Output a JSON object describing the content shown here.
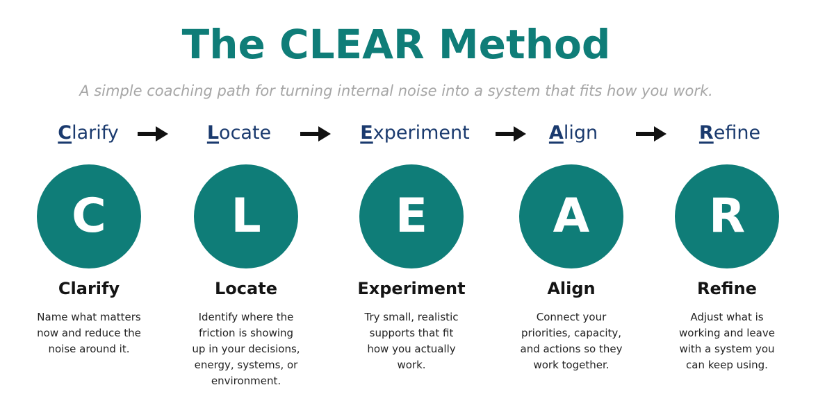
{
  "title": "The CLEAR Method",
  "subtitle": "A simple coaching path for turning internal noise into a system that fits how you work.",
  "colors": {
    "accent": "#0f7d78",
    "flow_text": "#1a3a6e",
    "subtitle": "#a6a6a6",
    "heading": "#141414",
    "body_text": "#222222",
    "arrow": "#111111"
  },
  "flow": [
    {
      "initial": "C",
      "rest": "larify"
    },
    {
      "initial": "L",
      "rest": "ocate"
    },
    {
      "initial": "E",
      "rest": "xperiment"
    },
    {
      "initial": "A",
      "rest": "lign"
    },
    {
      "initial": "R",
      "rest": "efine"
    }
  ],
  "arrow_icon": "right-arrow-icon",
  "steps": [
    {
      "letter": "C",
      "title": "Clarify",
      "description": [
        "Name what matters",
        "now and reduce the",
        "noise around it."
      ]
    },
    {
      "letter": "L",
      "title": "Locate",
      "description": [
        "Identify where the",
        "friction is showing",
        "up in your decisions,",
        "energy, systems, or",
        "environment."
      ]
    },
    {
      "letter": "E",
      "title": "Experiment",
      "description": [
        "Try small, realistic",
        "supports that fit",
        "how you actually",
        "work."
      ]
    },
    {
      "letter": "A",
      "title": "Align",
      "description": [
        "Connect your",
        "priorities, capacity,",
        "and actions so they",
        "work together."
      ]
    },
    {
      "letter": "R",
      "title": "Refine",
      "description": [
        "Adjust what is",
        "working and leave",
        "with a system you",
        "can keep using."
      ]
    }
  ]
}
